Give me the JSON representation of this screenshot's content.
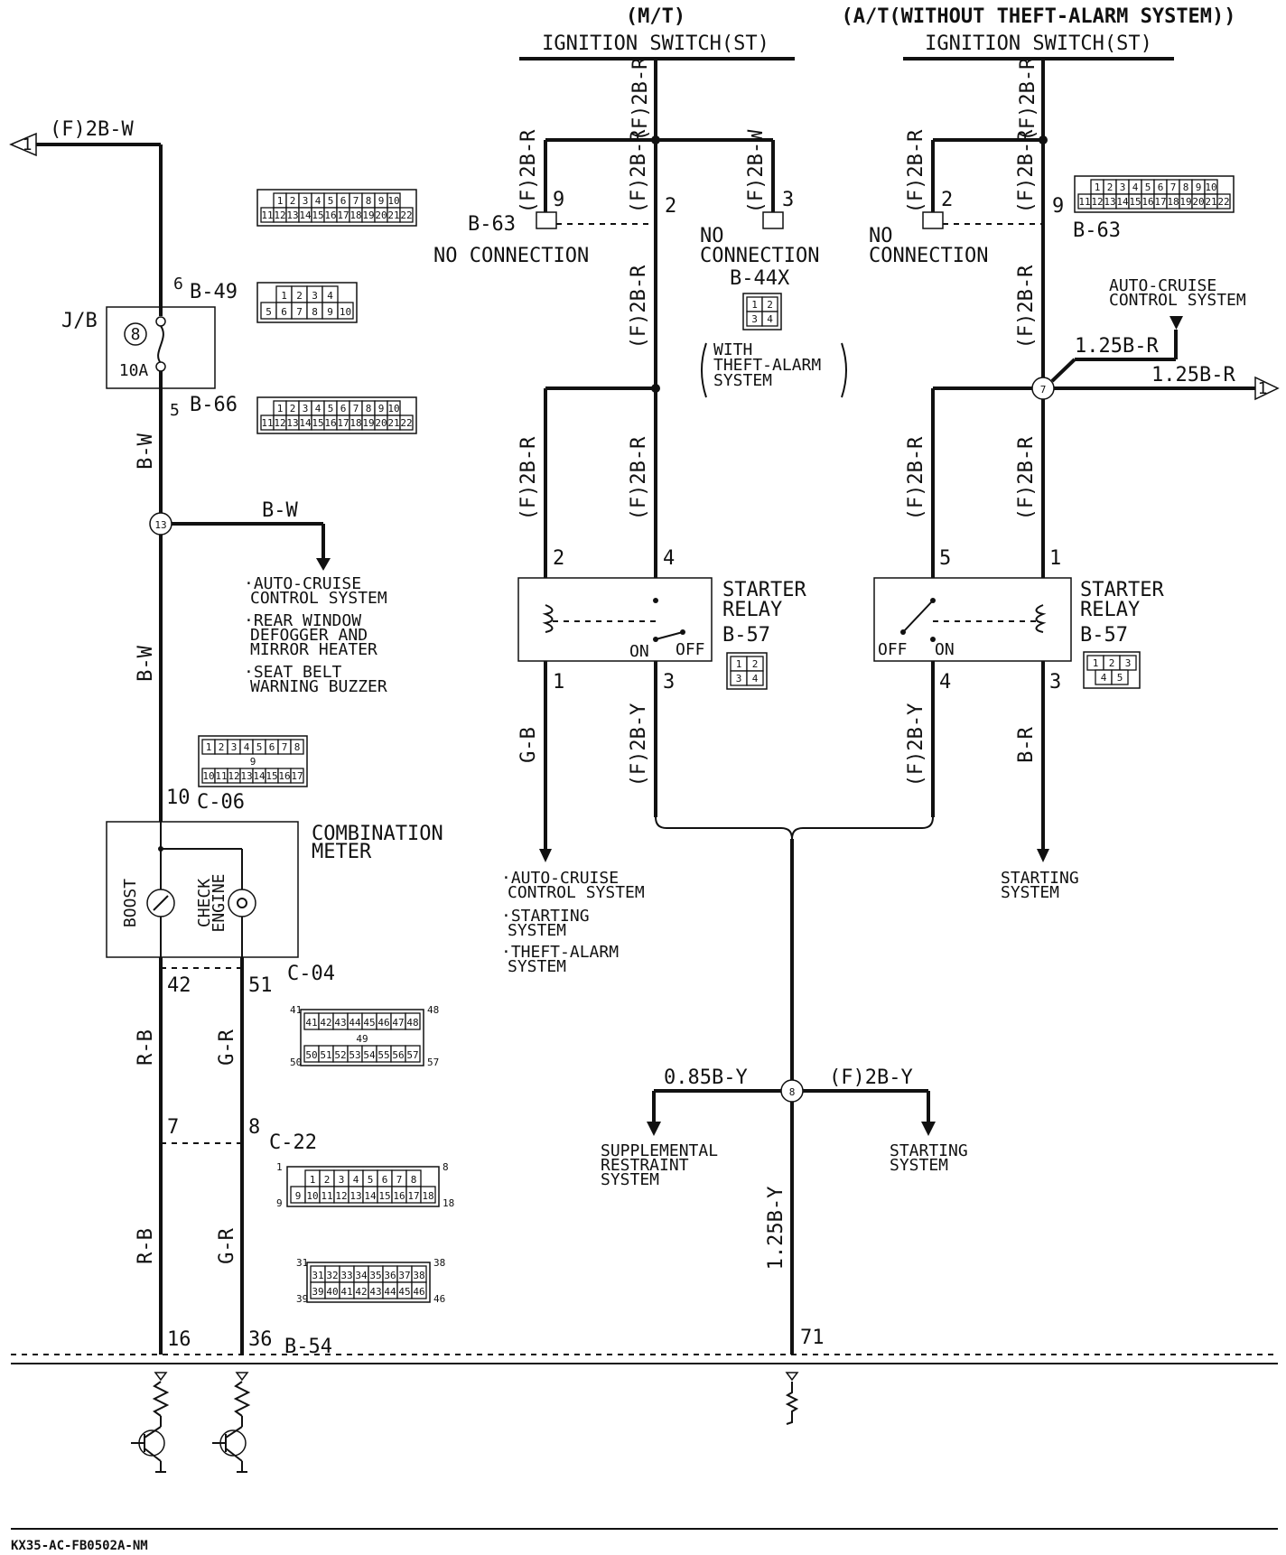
{
  "headers": {
    "mt_variant": "(M/T)",
    "mt_switch": "IGNITION SWITCH(ST)",
    "at_variant": "(A/T(WITHOUT THEFT-ALARM SYSTEM))",
    "at_switch": "IGNITION SWITCH(ST)"
  },
  "left_circuit": {
    "offpage_ref": "1",
    "offpage_wire": "(F)2B-W",
    "jb_label": "J/B",
    "fuse_number": "8",
    "fuse_rating": "10A",
    "pin_b49": "6",
    "conn_b49": "B-49",
    "pin_b66": "5",
    "conn_b66": "B-66",
    "wire_bw_upper": "B-W",
    "splice_13": "13",
    "branch_wire": "B-W",
    "branch_targets": [
      "·AUTO-CRUISE",
      "CONTROL SYSTEM",
      "·REAR WINDOW",
      "DEFOGGER AND",
      "MIRROR HEATER",
      "·SEAT BELT",
      "WARNING BUZZER"
    ],
    "wire_bw_lower": "B-W",
    "pin_c06": "10",
    "conn_c06": "C-06",
    "meter_title": [
      "COMBINATION",
      "METER"
    ],
    "gauge_boost": "BOOST",
    "lamp_check": [
      "CHECK",
      "ENGINE"
    ],
    "pin_42": "42",
    "pin_51": "51",
    "conn_c04": "C-04",
    "wire_rb_1": "R-B",
    "wire_gr_1": "G-R",
    "pin_7": "7",
    "pin_8": "8",
    "conn_c22": "C-22",
    "wire_rb_2": "R-B",
    "wire_gr_2": "G-R",
    "pin_16": "16",
    "pin_36": "36",
    "conn_b54": "B-54"
  },
  "mt_circuit": {
    "wire_top": "(F)2B-R",
    "wire_9": "(F)2B-R",
    "wire_2": "(F)2B-R",
    "wire_3": "(F)2B-W",
    "pin_9": "9",
    "pin_2": "2",
    "pin_3": "3",
    "conn_b63": "B-63",
    "no_connection_1": "NO CONNECTION",
    "no_connection_2": [
      "NO",
      "CONNECTION"
    ],
    "conn_b44x": "B-44X",
    "theft_note": [
      "WITH",
      "THEFT-ALARM",
      "SYSTEM"
    ],
    "wire_mid": "(F)2B-R",
    "wire_left_relay": "(F)2B-R",
    "wire_right_relay": "(F)2B-R",
    "relay_pin_2": "2",
    "relay_pin_4": "4",
    "relay_title": [
      "STARTER",
      "RELAY"
    ],
    "relay_conn": "B-57",
    "relay_on": "ON",
    "relay_off": "OFF",
    "relay_pin_1": "1",
    "relay_pin_3": "3",
    "wire_gb": "G-B",
    "wire_2by": "(F)2B-Y",
    "targets": [
      "·AUTO-CRUISE",
      "CONTROL SYSTEM",
      "·STARTING",
      "SYSTEM",
      "·THEFT-ALARM",
      "SYSTEM"
    ]
  },
  "at_circuit": {
    "wire_top": "(F)2B-R",
    "wire_2": "(F)2B-R",
    "wire_9": "(F)2B-R",
    "pin_2": "2",
    "pin_9": "9",
    "conn_b63": "B-63",
    "no_connection": [
      "NO",
      "CONNECTION"
    ],
    "acs_target": [
      "AUTO-CRUISE",
      "CONTROL SYSTEM"
    ],
    "wire_acs": "1.25B-R",
    "wire_offpage": "1.25B-R",
    "offpage_ref": "1",
    "splice_7": "7",
    "wire_mid": "(F)2B-R",
    "wire_left_relay": "(F)2B-R",
    "wire_right_relay": "(F)2B-R",
    "relay_pin_5": "5",
    "relay_pin_1": "1",
    "relay_title": [
      "STARTER",
      "RELAY"
    ],
    "relay_conn": "B-57",
    "relay_off": "OFF",
    "relay_on": "ON",
    "relay_pin_4": "4",
    "relay_pin_3": "3",
    "wire_2by": "(F)2B-Y",
    "wire_br": "B-R",
    "target": [
      "STARTING",
      "SYSTEM"
    ]
  },
  "bottom_circuit": {
    "splice_8": "8",
    "wire_left": "0.85B-Y",
    "wire_right": "(F)2B-Y",
    "srs_target": [
      "SUPPLEMENTAL",
      "RESTRAINT",
      "SYSTEM"
    ],
    "start_target": [
      "STARTING",
      "SYSTEM"
    ],
    "wire_down": "1.25B-Y",
    "pin_71": "71"
  },
  "connector_faces": {
    "b63": {
      "row1": [
        "1",
        "2",
        "3",
        "4",
        "5",
        "6",
        "7",
        "8",
        "9",
        "10"
      ],
      "row2": [
        "11",
        "12",
        "13",
        "14",
        "15",
        "16",
        "17",
        "18",
        "19",
        "20",
        "21",
        "22"
      ]
    },
    "b49": {
      "row1": [
        "1",
        "2",
        "3",
        "4"
      ],
      "row2": [
        "5",
        "6",
        "7",
        "8",
        "9",
        "10"
      ]
    },
    "b66": {
      "row1": [
        "1",
        "2",
        "3",
        "4",
        "5",
        "6",
        "7",
        "8",
        "9",
        "10"
      ],
      "row2": [
        "11",
        "12",
        "13",
        "14",
        "15",
        "16",
        "17",
        "18",
        "19",
        "20",
        "21",
        "22"
      ]
    },
    "c06": {
      "row1": [
        "1",
        "2",
        "3",
        "4",
        "5",
        "6",
        "7",
        "8"
      ],
      "mid": "9",
      "row2": [
        "10",
        "11",
        "12",
        "13",
        "14",
        "15",
        "16",
        "17"
      ]
    },
    "b44x": {
      "row1": [
        "1",
        "2"
      ],
      "row2": [
        "3",
        "4"
      ]
    },
    "b57_mt": {
      "row1": [
        "1",
        "2"
      ],
      "row2": [
        "3",
        "4"
      ]
    },
    "b57_at": {
      "row1": [
        "1",
        "2",
        "3"
      ],
      "row2": [
        "4",
        "5"
      ]
    },
    "c04": {
      "row1": [
        "41",
        "42",
        "43",
        "44",
        "45",
        "46",
        "47",
        "48"
      ],
      "mid": "49",
      "row2": [
        "50",
        "51",
        "52",
        "53",
        "54",
        "55",
        "56",
        "57"
      ],
      "corners": [
        "41",
        "48",
        "50",
        "57"
      ]
    },
    "c22": {
      "row1": [
        "1",
        "2",
        "3",
        "4",
        "5",
        "6",
        "7",
        "8"
      ],
      "row2": [
        "9",
        "10",
        "11",
        "12",
        "13",
        "14",
        "15",
        "16",
        "17",
        "18"
      ],
      "corners": [
        "1",
        "8",
        "9",
        "18"
      ]
    },
    "b54": {
      "row1": [
        "31",
        "32",
        "33",
        "34",
        "35",
        "36",
        "37",
        "38"
      ],
      "row2": [
        "39",
        "40",
        "41",
        "42",
        "43",
        "44",
        "45",
        "46"
      ],
      "corners": [
        "31",
        "38",
        "39",
        "46"
      ]
    }
  },
  "footer": {
    "code": "KX35-AC-FB0502A-NM"
  }
}
